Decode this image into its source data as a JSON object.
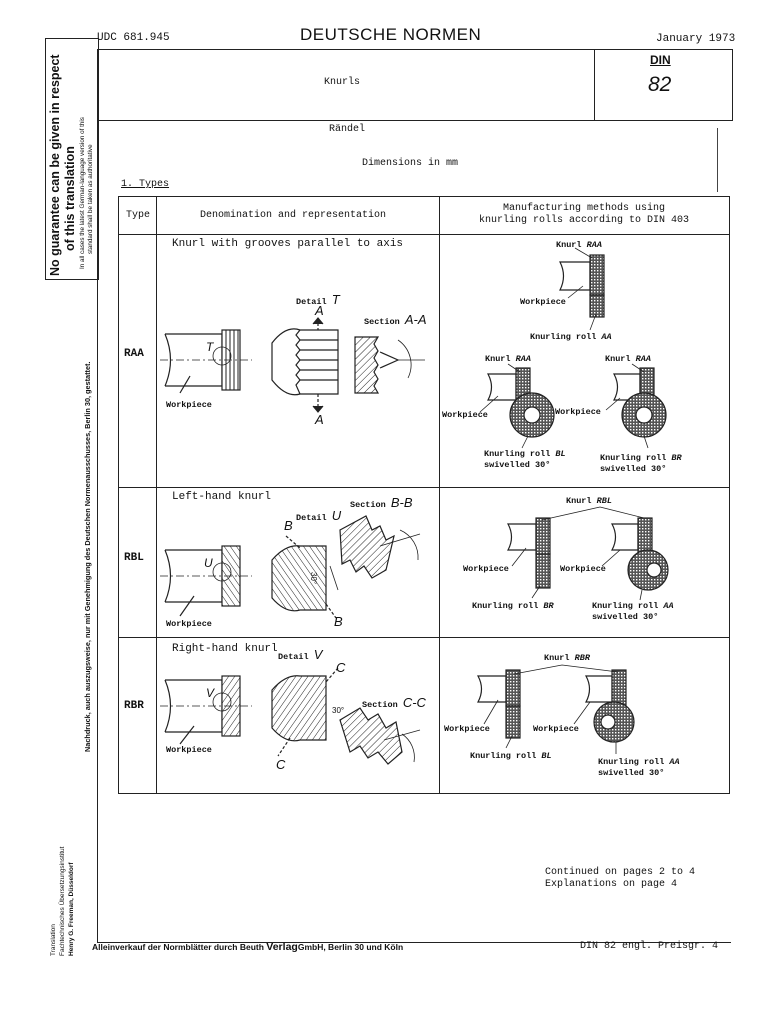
{
  "header": {
    "udc": "UDC 681.945",
    "org_title": "DEUTSCHE NORMEN",
    "date": "January 1973",
    "english_title": "Knurls",
    "din_label": "DIN",
    "din_number": "82",
    "german_title": "Rändel"
  },
  "sidebar": {
    "warning_line1": "No guarantee can be given in respect",
    "warning_line2": "of this translation",
    "authoritative_line1": "In all cases the latest German-language version of this",
    "authoritative_line2": "standard shall be taken as authoritative",
    "reprint_notice": "Nachdruck, auch auszugsweise, nur mit Genehmigung des Deutschen Normenausschusses, Berlin 30, gestattet.",
    "translation_credit_line1": "Translation",
    "translation_credit_line2": "Fachtechnisches Übersetzungsinstitut",
    "translation_credit_line3": "Henry G. Freeman, Düsseldorf"
  },
  "content": {
    "dimensions_note": "Dimensions in mm",
    "section_heading": "1. Types",
    "table": {
      "col_type": "Type",
      "col_denomination": "Denomination and representation",
      "col_methods_line1": "Manufacturing methods using",
      "col_methods_line2": "knurling rolls according to DIN 403",
      "rows": [
        {
          "code": "RAA",
          "name": "Knurl with grooves parallel to axis",
          "detail": "Detail",
          "detail_letter": "T",
          "section": "Section",
          "section_ref": "A-A",
          "cut_letter": "A",
          "workpiece": "Workpiece",
          "method_knurl_top": "Knurl",
          "method_code_top": "RAA",
          "method_workpiece": "Workpiece",
          "method_roll_top": "Knurling roll",
          "method_roll_top_code": "AA",
          "method_knurl_left": "Knurl",
          "method_code_left": "RAA",
          "method_knurl_right": "Knurl",
          "method_code_right": "RAA",
          "method_workpiece_left": "Workpiece",
          "method_workpiece_right": "Workpiece",
          "roll_left": "Knurling roll",
          "roll_left_code": "BL",
          "roll_left_sub": "swivelled 30°",
          "roll_right": "Knurling roll",
          "roll_right_code": "BR",
          "roll_right_sub": "swivelled 30°"
        },
        {
          "code": "RBL",
          "name": "Left-hand knurl",
          "detail": "Detail",
          "detail_letter": "U",
          "section": "Section",
          "section_ref": "B-B",
          "cut_letter": "B",
          "angle": "30°",
          "workpiece": "Workpiece",
          "method_knurl": "Knurl",
          "method_code": "RBL",
          "method_workpiece_left": "Workpiece",
          "method_workpiece_right": "Workpiece",
          "roll_left": "Knurling roll",
          "roll_left_code": "BR",
          "roll_right": "Knurling roll",
          "roll_right_code": "AA",
          "roll_right_sub": "swivelled 30°"
        },
        {
          "code": "RBR",
          "name": "Right-hand knurl",
          "detail": "Detail",
          "detail_letter": "V",
          "section": "Section",
          "section_ref": "C-C",
          "cut_letter": "C",
          "angle": "30°",
          "workpiece": "Workpiece",
          "method_knurl": "Knurl",
          "method_code": "RBR",
          "method_workpiece_left": "Workpiece",
          "method_workpiece_right": "Workpiece",
          "roll_left": "Knurling roll",
          "roll_left_code": "BL",
          "roll_right": "Knurling roll",
          "roll_right_code": "AA",
          "roll_right_sub": "swivelled 30°"
        }
      ]
    },
    "continued_note": "Continued on pages 2 to 4",
    "explanations_note": "Explanations on page 4"
  },
  "footer": {
    "sales_notice_pre": "Alleinverkauf der Normblätter durch Beuth",
    "sales_notice_bold": "Verlag",
    "sales_notice_post": "GmbH, Berlin 30 und Köln",
    "price_group": "DIN 82 engl. Preisgr. 4"
  }
}
